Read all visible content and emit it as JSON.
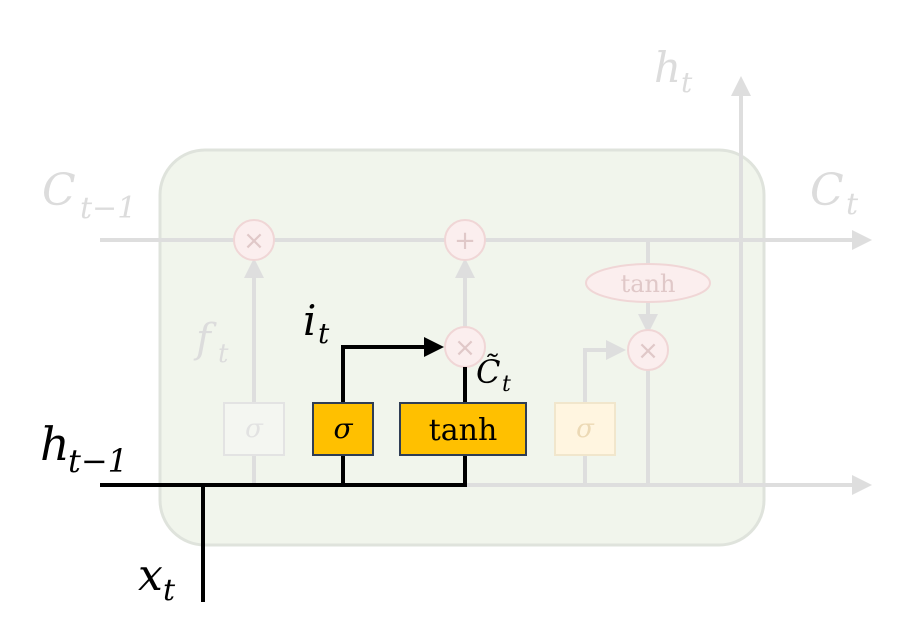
{
  "labels": {
    "c_prev": "C",
    "c_prev_sub": "t−1",
    "c_next": "C",
    "c_next_sub": "t",
    "h_out": "h",
    "h_out_sub": "t",
    "h_prev": "h",
    "h_prev_sub": "t−1",
    "x_in": "x",
    "x_in_sub": "t",
    "f_gate": "f",
    "f_gate_sub": "t",
    "i_gate": "i",
    "i_gate_sub": "t",
    "c_tilde": "C̃",
    "c_tilde_sub": "t"
  },
  "operators": {
    "multiply": "×",
    "add": "+"
  },
  "layers": {
    "forget_sigma": "σ",
    "input_sigma": "σ",
    "candidate_tanh": "tanh",
    "output_sigma": "σ",
    "cell_tanh": "tanh"
  },
  "colors": {
    "cell_fill": "#f1f5ec",
    "cell_stroke": "#dfe3dc",
    "faded_line": "#dedede",
    "highlight_line": "#000000",
    "highlight_box": "#ffc000",
    "op_fill": "#fbeeee",
    "op_stroke": "#f0d6d6"
  }
}
